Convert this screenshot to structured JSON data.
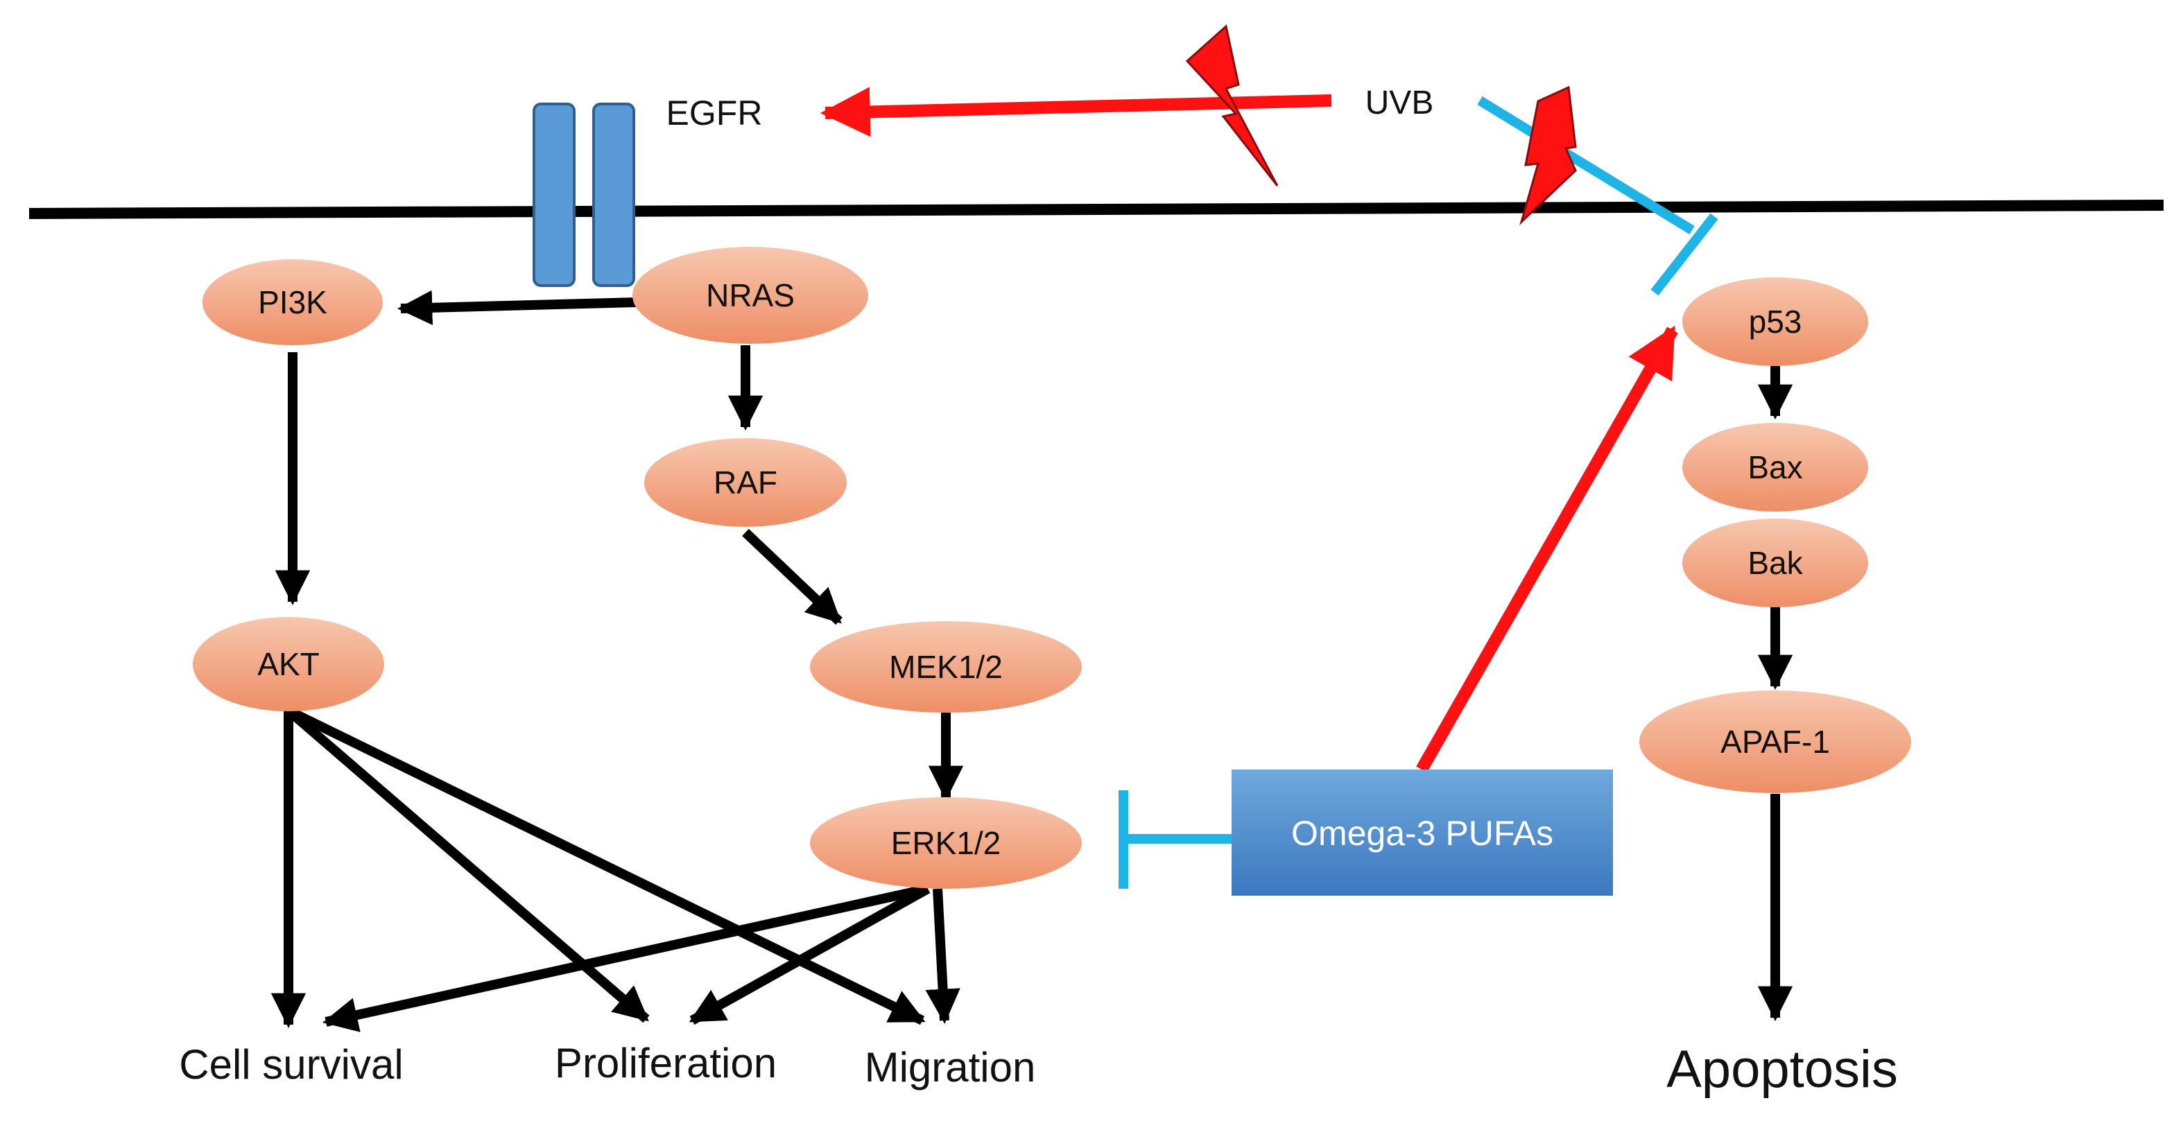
{
  "colors": {
    "node_fill_light": "#f7c7ae",
    "node_fill_dark": "#ee8e66",
    "receptor_fill": "#5b9bd5",
    "receptor_stroke": "#2f5f8f",
    "activation_red": "#ff1111",
    "inhibition_blue": "#1fb4e6",
    "black": "#000000",
    "box_light": "#6fa8dc",
    "box_dark": "#3c78c0"
  },
  "receptor": {
    "name": "EGFR"
  },
  "stimulus": {
    "name": "UVB",
    "icon": "lightning-bolt-icon"
  },
  "treatment": {
    "label": "Omega-3 PUFAs"
  },
  "nodes": {
    "pi3k": "PI3K",
    "nras": "NRAS",
    "raf": "RAF",
    "mek": "MEK1/2",
    "erk": "ERK1/2",
    "akt": "AKT",
    "p53": "p53",
    "bax": "Bax",
    "bak": "Bak",
    "apaf": "APAF-1"
  },
  "outcomes": {
    "survival": "Cell survival",
    "proliferation": "Proliferation",
    "migration": "Migration",
    "apoptosis": "Apoptosis"
  }
}
